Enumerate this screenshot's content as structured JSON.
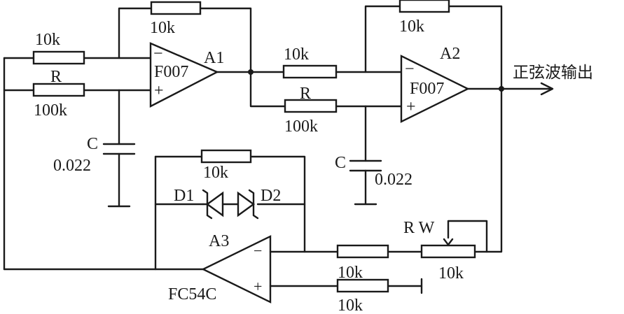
{
  "a1": {
    "name": "A1",
    "model": "F007",
    "minus": "−",
    "plus": "+"
  },
  "a2": {
    "name": "A2",
    "model": "F007",
    "minus": "−",
    "plus": "+"
  },
  "a3": {
    "name": "A3",
    "model": "FC54C",
    "minus": "−",
    "plus": "+"
  },
  "r_in1": "10k",
  "r_r1": "R",
  "r_100k1": "100k",
  "r_fb1": "10k",
  "c1": {
    "name": "C",
    "value": "0.022"
  },
  "r_in2": "10k",
  "r_r2": "R",
  "r_100k2": "100k",
  "r_fb2": "10k",
  "c2": {
    "name": "C",
    "value": "0.022"
  },
  "r_fb3": "10k",
  "d1": "D1",
  "d2": "D2",
  "r_a3_in1": "10k",
  "r_a3_in2": "10k",
  "rw": {
    "name": "R W",
    "value": "10k"
  },
  "output_label": "正弦波输出"
}
